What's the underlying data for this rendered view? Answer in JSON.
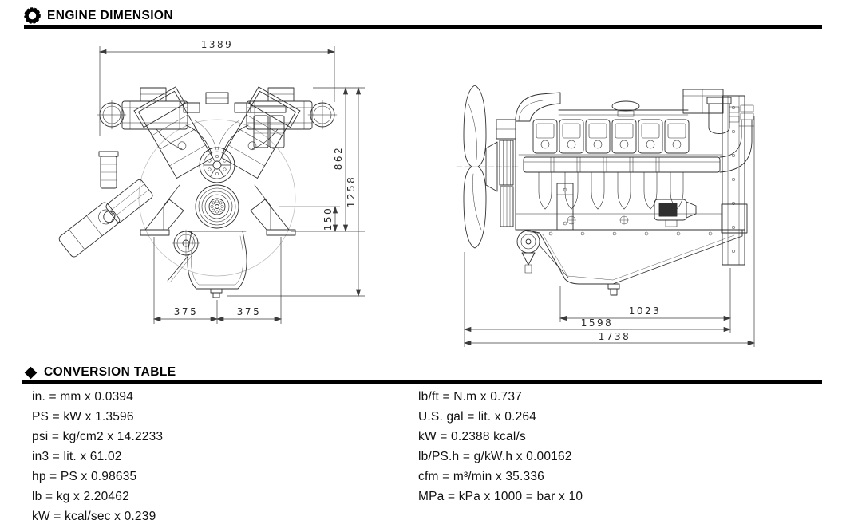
{
  "header": {
    "title": "ENGINE DIMENSION"
  },
  "icons": {
    "section_engine": "ring-icon",
    "section_conversion": "diamond-icon"
  },
  "drawings": {
    "front": {
      "width": "1389",
      "height_upper": "862",
      "height_total": "1258",
      "mount_height": "150",
      "foot_left": "375",
      "foot_right": "375"
    },
    "side": {
      "mount_span": "1023",
      "length_mid": "1598",
      "length_total": "1738"
    }
  },
  "conversion": {
    "title": "CONVERSION TABLE",
    "left": [
      "in. = mm x 0.0394",
      "PS = kW x 1.3596",
      "psi = kg/cm2 x 14.2233",
      "in3 = lit. x 61.02",
      "hp = PS x 0.98635",
      "lb = kg x 2.20462",
      "kW = kcal/sec x 0.239"
    ],
    "right": [
      "lb/ft = N.m x 0.737",
      "U.S. gal = lit. x 0.264",
      "kW = 0.2388 kcal/s",
      "lb/PS.h = g/kW.h x 0.00162",
      "cfm = m³/min x 35.336",
      "MPa = kPa x 1000 = bar x 10"
    ]
  }
}
